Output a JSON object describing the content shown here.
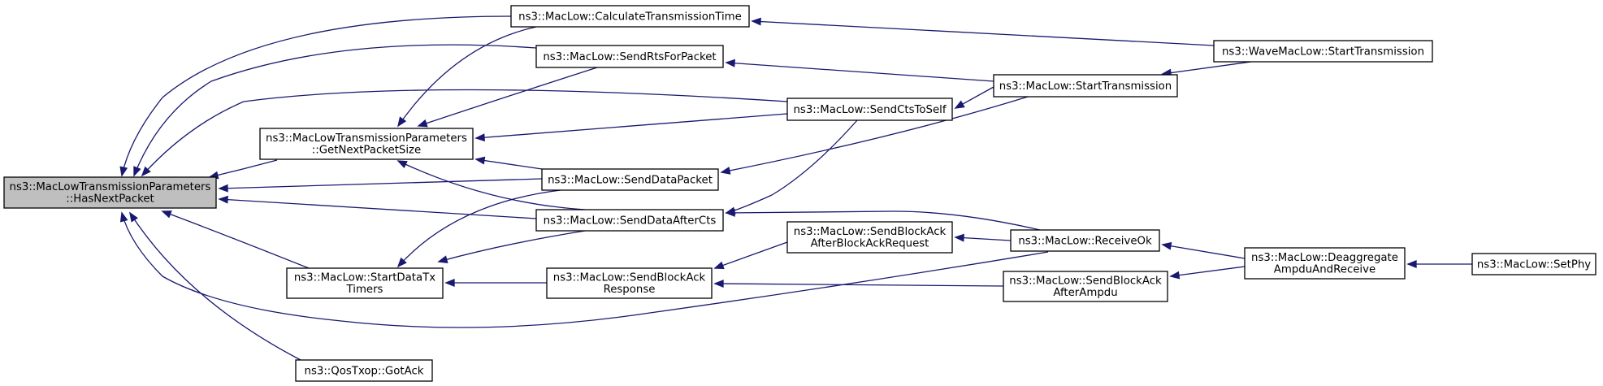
{
  "graph": {
    "title": "",
    "colors": {
      "edge": "#191970",
      "focus_fill": "#bfbfbf",
      "node_fill": "#ffffff",
      "node_stroke": "#000000"
    },
    "nodes": [
      {
        "id": "hasnext",
        "lines": [
          "ns3::MacLowTransmissionParameters",
          "::HasNextPacket"
        ],
        "focus": true
      },
      {
        "id": "getnext",
        "lines": [
          "ns3::MacLowTransmissionParameters",
          "::GetNextPacketSize"
        ]
      },
      {
        "id": "startdatatx",
        "lines": [
          "ns3::MacLow::StartDataTx",
          "Timers"
        ]
      },
      {
        "id": "gotack",
        "lines": [
          "ns3::QosTxop::GotAck"
        ]
      },
      {
        "id": "calctx",
        "lines": [
          "ns3::MacLow::CalculateTransmissionTime"
        ]
      },
      {
        "id": "sendrts",
        "lines": [
          "ns3::MacLow::SendRtsForPacket"
        ]
      },
      {
        "id": "senddata",
        "lines": [
          "ns3::MacLow::SendDataPacket"
        ]
      },
      {
        "id": "senddataaftercts",
        "lines": [
          "ns3::MacLow::SendDataAfterCts"
        ]
      },
      {
        "id": "sendbaresp",
        "lines": [
          "ns3::MacLow::SendBlockAck",
          "Response"
        ]
      },
      {
        "id": "sendctstoself",
        "lines": [
          "ns3::MacLow::SendCtsToSelf"
        ]
      },
      {
        "id": "sendbaafterbar",
        "lines": [
          "ns3::MacLow::SendBlockAck",
          "AfterBlockAckRequest"
        ]
      },
      {
        "id": "starttx",
        "lines": [
          "ns3::MacLow::StartTransmission"
        ]
      },
      {
        "id": "receiveok",
        "lines": [
          "ns3::MacLow::ReceiveOk"
        ]
      },
      {
        "id": "sendbaafterampdu",
        "lines": [
          "ns3::MacLow::SendBlockAck",
          "AfterAmpdu"
        ]
      },
      {
        "id": "wavestarttx",
        "lines": [
          "ns3::WaveMacLow::StartTransmission"
        ]
      },
      {
        "id": "deagg",
        "lines": [
          "ns3::MacLow::Deaggregate",
          "AmpduAndReceive"
        ]
      },
      {
        "id": "setphy",
        "lines": [
          "ns3::MacLow::SetPhy"
        ]
      }
    ],
    "edges": [
      {
        "from": "getnext",
        "to": "hasnext"
      },
      {
        "from": "startdatatx",
        "to": "hasnext"
      },
      {
        "from": "gotack",
        "to": "hasnext"
      },
      {
        "from": "calctx",
        "to": "hasnext"
      },
      {
        "from": "sendrts",
        "to": "hasnext"
      },
      {
        "from": "senddata",
        "to": "hasnext"
      },
      {
        "from": "senddataaftercts",
        "to": "hasnext"
      },
      {
        "from": "sendctstoself",
        "to": "hasnext"
      },
      {
        "from": "receiveok",
        "to": "hasnext"
      },
      {
        "from": "calctx",
        "to": "getnext"
      },
      {
        "from": "sendrts",
        "to": "getnext"
      },
      {
        "from": "senddata",
        "to": "getnext"
      },
      {
        "from": "senddataaftercts",
        "to": "getnext"
      },
      {
        "from": "sendctstoself",
        "to": "getnext"
      },
      {
        "from": "senddata",
        "to": "startdatatx"
      },
      {
        "from": "senddataaftercts",
        "to": "startdatatx"
      },
      {
        "from": "sendbaresp",
        "to": "startdatatx"
      },
      {
        "from": "wavestarttx",
        "to": "calctx"
      },
      {
        "from": "starttx",
        "to": "sendrts"
      },
      {
        "from": "starttx",
        "to": "senddata"
      },
      {
        "from": "sendctstoself",
        "to": "senddataaftercts"
      },
      {
        "from": "receiveok",
        "to": "senddataaftercts"
      },
      {
        "from": "sendbaafterbar",
        "to": "sendbaresp"
      },
      {
        "from": "sendbaafterampdu",
        "to": "sendbaresp"
      },
      {
        "from": "starttx",
        "to": "sendctstoself"
      },
      {
        "from": "receiveok",
        "to": "sendbaafterbar"
      },
      {
        "from": "wavestarttx",
        "to": "starttx"
      },
      {
        "from": "deagg",
        "to": "receiveok"
      },
      {
        "from": "deagg",
        "to": "sendbaafterampdu"
      },
      {
        "from": "setphy",
        "to": "deagg"
      }
    ]
  }
}
